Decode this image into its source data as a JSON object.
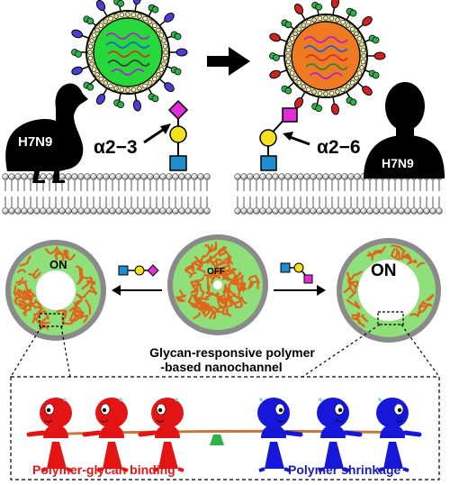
{
  "top": {
    "left_strain_label": "H7N9",
    "right_strain_label": "H7N9",
    "left_linkage_label": "α2−3",
    "right_linkage_label": "α2−6"
  },
  "middle": {
    "left_state_label": "ON",
    "center_state_label": "OFF",
    "right_state_label": "ON",
    "caption_line1": "Glycan-responsive polymer",
    "caption_line2": "-based nanochannel"
  },
  "bottom": {
    "left_caption": "Polymer-glycan binding",
    "right_caption": "Polymer shrinkage"
  },
  "colors": {
    "red_figure": "#e31414",
    "blue_figure": "#1717d9",
    "caption_red": "#e31414",
    "caption_blue": "#1a1ab8",
    "virus_left_core": "#27d83a",
    "virus_right_core": "#f07a22",
    "channel_fill": "#8fe07a",
    "channel_ring": "#8a8a8a",
    "polymer": "#e0661b",
    "glycan_yellow": "#f5e11c",
    "glycan_blue": "#1d8fd1",
    "glycan_magenta": "#e02fd7"
  },
  "icons": [
    "duck-icon",
    "human-silhouette-icon",
    "virus-icon",
    "arrow-right-icon",
    "nanochannel-icon",
    "glycan-icon",
    "tug-of-war-figure-icon"
  ]
}
